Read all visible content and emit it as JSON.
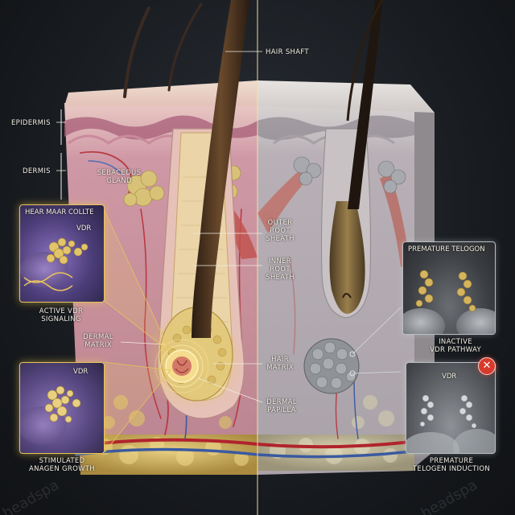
{
  "labels": {
    "hair_shaft": "HAIR SHAFT",
    "epidermis": "EPIDERMIS",
    "dermis": "DERMIS",
    "sebaceous_gland": "SEBACEOUS\nGLAND",
    "outer_root_sheath": "OUTER\nROOT\nSHEATH",
    "inner_root_sheath": "INNER\nROOT\nSHEATH",
    "dermal_matrix": "DERMAL\nMATRIX",
    "hair_matrix": "HAIR\nMATRIX",
    "dermal_papilla": "DERMAL\nPAPILLA",
    "active_vdr_signaling": "ACTIVE VDR\nSIGNALING",
    "stimulated_anagen_growth": "STIMULATED\nANAGEN GROWTH",
    "inactive_vdr_pathway": "INACTIVE\nVDR PATHWAY",
    "premature_telogen_induction": "PREMATURE\nTELOGEN INDUCTION"
  },
  "insets": {
    "top_left_title": "HEAR MAAR COLLTE",
    "top_left_vdr": "VDR",
    "bottom_left_vdr": "VDR",
    "top_right_title": "PREMATURE TELOGON",
    "bottom_right_vdr": "VDR",
    "bottom_right_badge": "✕"
  },
  "watermark": "headspa",
  "colors": {
    "active_glow": "#e8c45a",
    "inactive": "#b9bec4",
    "error_badge": "#d63a2c",
    "skin_pink": "#d9a7ab",
    "skin_grey": "#b9b5b7"
  },
  "icons": [
    "vdr-molecule-icon",
    "dna-helix-icon",
    "close-icon"
  ]
}
